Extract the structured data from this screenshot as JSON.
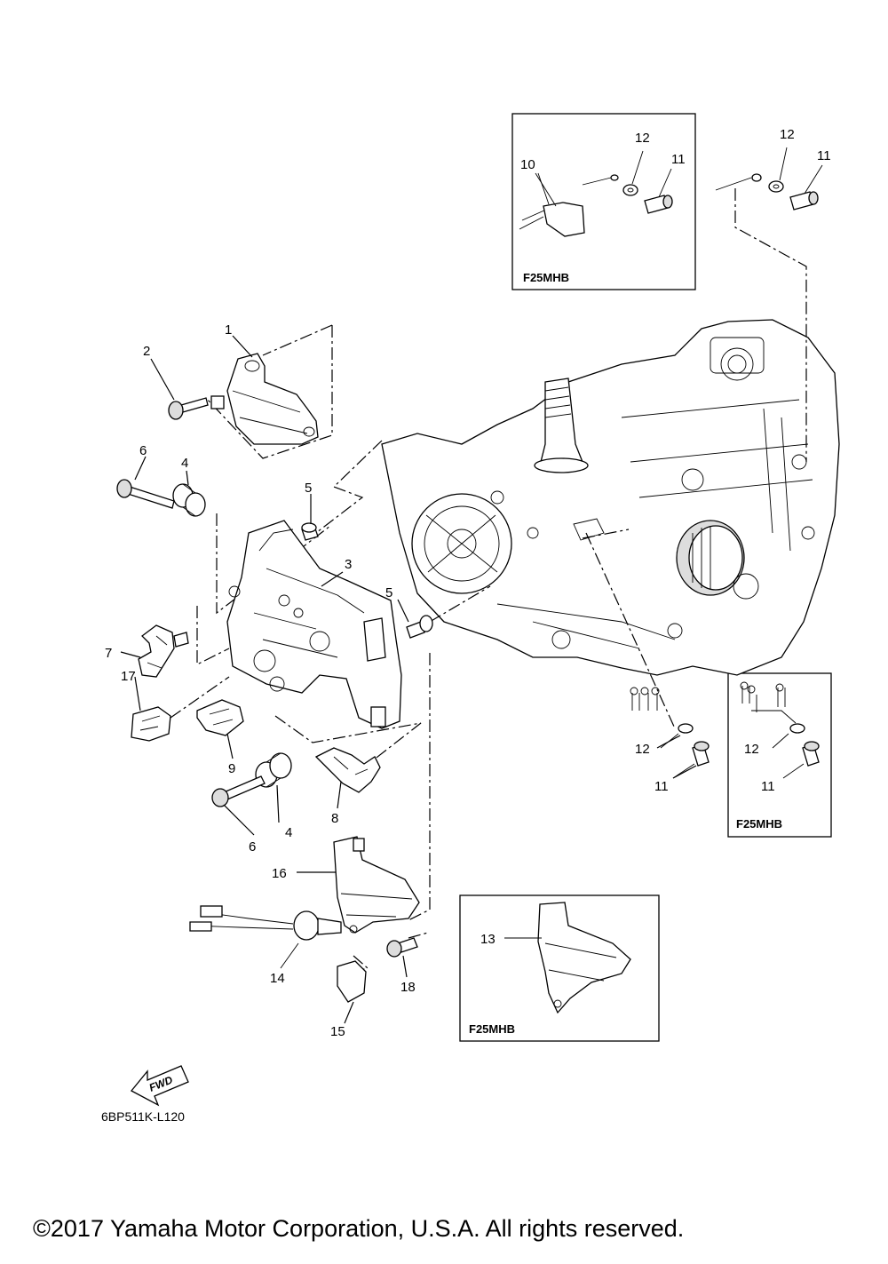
{
  "callouts": [
    {
      "id": "1",
      "label": "1"
    },
    {
      "id": "2",
      "label": "2"
    },
    {
      "id": "3",
      "label": "3"
    },
    {
      "id": "4a",
      "label": "4"
    },
    {
      "id": "4b",
      "label": "4"
    },
    {
      "id": "5a",
      "label": "5"
    },
    {
      "id": "5b",
      "label": "5"
    },
    {
      "id": "6a",
      "label": "6"
    },
    {
      "id": "6b",
      "label": "6"
    },
    {
      "id": "7",
      "label": "7"
    },
    {
      "id": "8",
      "label": "8"
    },
    {
      "id": "9",
      "label": "9"
    },
    {
      "id": "10",
      "label": "10"
    },
    {
      "id": "11a",
      "label": "11"
    },
    {
      "id": "11b",
      "label": "11"
    },
    {
      "id": "11c",
      "label": "11"
    },
    {
      "id": "11d",
      "label": "11"
    },
    {
      "id": "12a",
      "label": "12"
    },
    {
      "id": "12b",
      "label": "12"
    },
    {
      "id": "12c",
      "label": "12"
    },
    {
      "id": "12d",
      "label": "12"
    },
    {
      "id": "13",
      "label": "13"
    },
    {
      "id": "14",
      "label": "14"
    },
    {
      "id": "15",
      "label": "15"
    },
    {
      "id": "16",
      "label": "16"
    },
    {
      "id": "17",
      "label": "17"
    },
    {
      "id": "18",
      "label": "18"
    }
  ],
  "variant_boxes": [
    {
      "id": "top",
      "label": "F25MHB"
    },
    {
      "id": "right",
      "label": "F25MHB"
    },
    {
      "id": "bottom",
      "label": "F25MHB"
    }
  ],
  "fwd_label": "FWD",
  "diagram_code": "6BP511K-L120",
  "copyright": "©2017 Yamaha Motor Corporation, U.S.A. All rights reserved."
}
